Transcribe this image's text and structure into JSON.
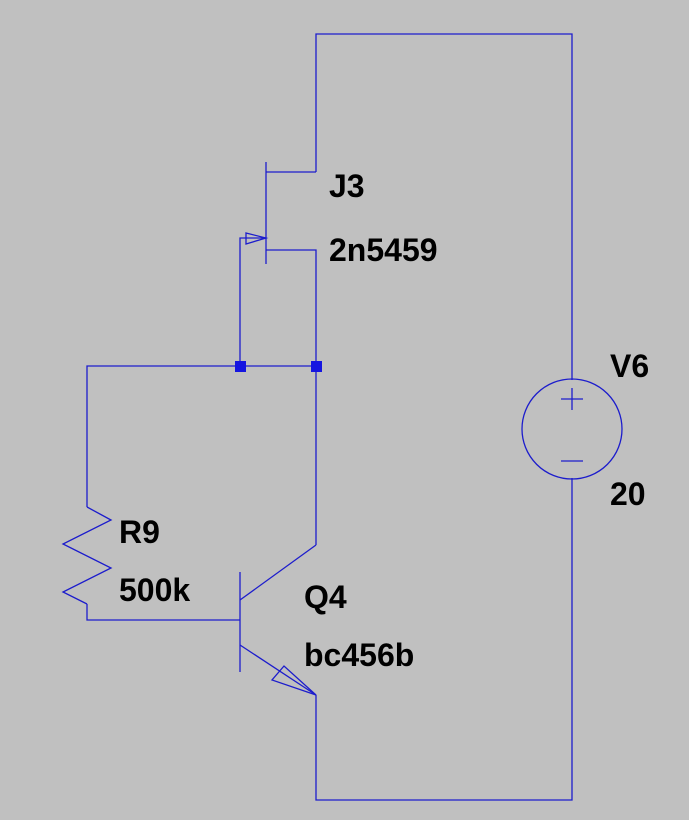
{
  "background_color": "#c0c0c0",
  "wire_color": "#1c1ccc",
  "components": {
    "j3": {
      "ref": "J3",
      "value": "2n5459",
      "kind": "p-channel-jfet"
    },
    "r9": {
      "ref": "R9",
      "value": "500k",
      "kind": "resistor"
    },
    "q4": {
      "ref": "Q4",
      "value": "bc456b",
      "kind": "pnp-transistor"
    },
    "v6": {
      "ref": "V6",
      "value": "20",
      "kind": "voltage-source"
    }
  }
}
